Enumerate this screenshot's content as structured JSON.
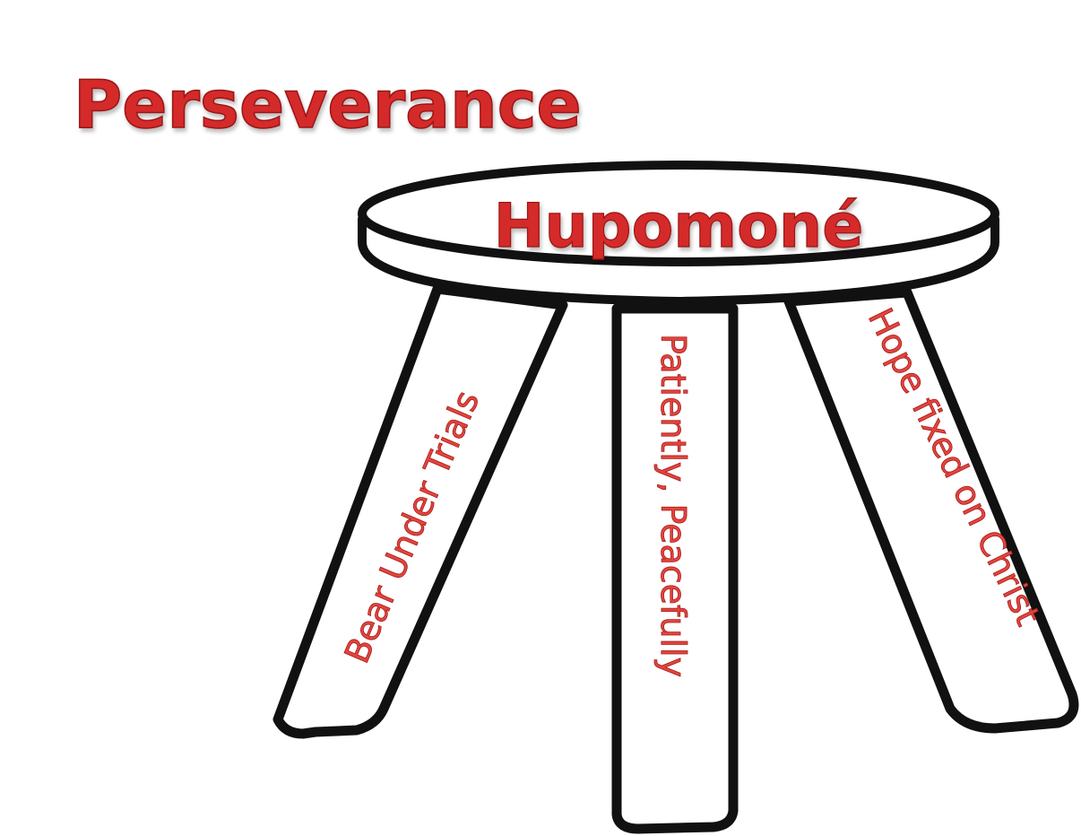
{
  "title": "Perseverance",
  "seat_label": "Hupomoné",
  "legs": {
    "left": "Bear Under Trials",
    "middle": "Patiently, Peacefully",
    "right": "Hope fixed on Christ"
  },
  "colors": {
    "text_red": "#d42a2a",
    "outline": "#111111",
    "background": "#ffffff"
  }
}
